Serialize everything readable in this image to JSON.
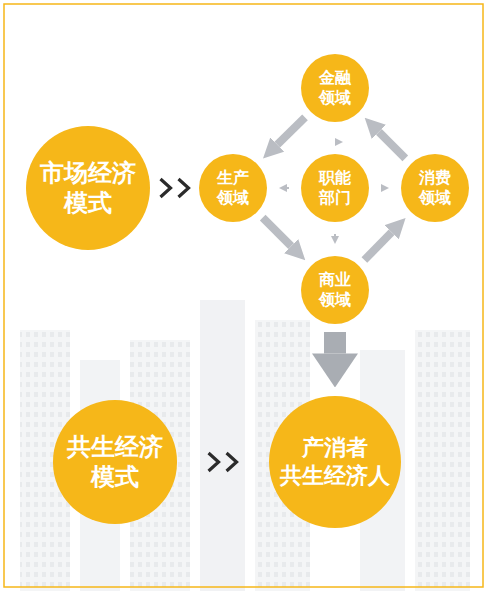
{
  "diagram": {
    "nodes": [
      {
        "text": [
          "市场经济 模式"
        ]
      },
      {
        "text": [
          "金融 领域"
        ]
      },
      {
        "text": [
          "生产 领域"
        ]
      },
      {
        "text": [
          "职能 部门"
        ]
      },
      {
        "text": [
          "消费 领域"
        ]
      },
      {
        "text": [
          "商业 领域"
        ]
      },
      {
        "text": [
          "共生经济 模式"
        ]
      },
      {
        "text": [
          "产消者 共生经济人"
        ]
      }
    ],
    "edges": [
      {
        "from": 0,
        "to": 2,
        "arrow": "to"
      },
      {
        "from": 2,
        "to": 5,
        "arrow": "to"
      },
      {
        "from": 5,
        "to": 4,
        "arrow": "to"
      },
      {
        "from": 4,
        "to": 1,
        "arrow": "to"
      },
      {
        "from": 1,
        "to": 2,
        "arrow": "to"
      },
      {
        "from": 3,
        "to": 1,
        "arrow": "to"
      },
      {
        "from": 3,
        "to": 2,
        "arrow": "to"
      },
      {
        "from": 3,
        "to": 4,
        "arrow": "to"
      },
      {
        "from": 3,
        "to": 5,
        "arrow": "to"
      },
      {
        "from": 5,
        "to": 7,
        "arrow": "to"
      },
      {
        "from": 6,
        "to": 7,
        "arrow": "to"
      }
    ]
  }
}
